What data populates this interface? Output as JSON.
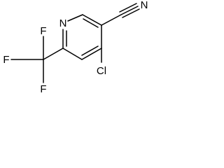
{
  "molecule": {
    "atoms": {
      "ring_nitrogen": "N",
      "nitrile_nitrogen": "N",
      "chlorine": "Cl",
      "fluorine_left": "F",
      "fluorine_top": "F",
      "fluorine_bottom": "F"
    }
  }
}
